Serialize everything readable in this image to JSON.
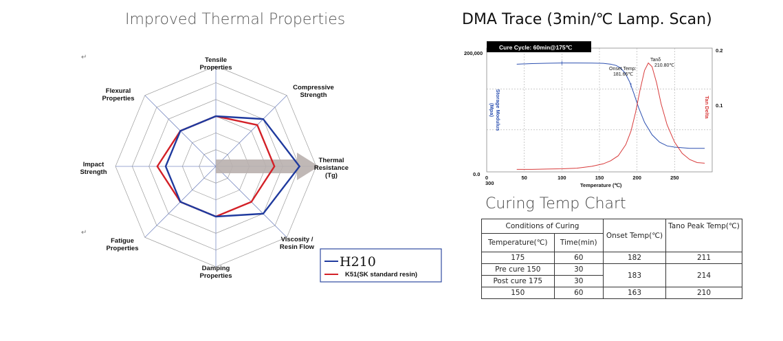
{
  "left_title": "Improved Thermal Properties",
  "right_title": "DMA Trace  (3min/℃ Lamp. Scan)",
  "curing_title": "Curing Temp Chart",
  "marks": [
    "↵",
    "↵"
  ],
  "chart_data": [
    {
      "type": "radar",
      "axes": [
        "Tensile\nProperties",
        "Compressive\nStrength",
        "Thermal\nResistance\n(Tg)",
        "Viscosity /\nResin Flow",
        "Damping\nProperties",
        "Fatigue\nProperties",
        "Impact\nStrength",
        "Flexural\nProperties"
      ],
      "rings": 6,
      "max": 6,
      "series": [
        {
          "name": "H210",
          "color": "#1f3a9e",
          "values": [
            3,
            4,
            5,
            4,
            3,
            3,
            3,
            3
          ]
        },
        {
          "name": "K51(SK standard resin)",
          "color": "#d32027",
          "values": [
            3,
            3.5,
            3.5,
            3,
            3,
            3,
            3.5,
            3
          ]
        }
      ],
      "arrow_color": "#b9b0ae"
    },
    {
      "type": "line",
      "banner": "Cure Cycle: 60min@175℃",
      "xlabel": "Temperature (℃)",
      "ylabel_left": "Storage Modulus\n(Mpa)",
      "ylabel_right": "Tan Delta",
      "x_ticks": [
        0,
        50,
        100,
        150,
        200,
        250
      ],
      "x_extra_label": "300",
      "xlim": [
        0,
        300
      ],
      "left_ticks": [
        "200,000",
        "0.0"
      ],
      "right_ticks": [
        "0.2",
        "0.1"
      ],
      "left_color": "#2b4fb0",
      "right_color": "#d83a3a",
      "annotations": [
        {
          "text": "Onset Temp:\n181.66℃",
          "x": 181.66
        },
        {
          "text": "Tanδ\n210.80℃",
          "x": 210.8
        }
      ],
      "series": [
        {
          "side": "left",
          "color": "#2b4fb0",
          "x": [
            40,
            60,
            80,
            100,
            120,
            140,
            155,
            165,
            172,
            178,
            184,
            190,
            196,
            202,
            210,
            220,
            230,
            240,
            250,
            260,
            270,
            280,
            290
          ],
          "y": [
            0.87,
            0.875,
            0.878,
            0.88,
            0.88,
            0.879,
            0.877,
            0.87,
            0.86,
            0.84,
            0.8,
            0.73,
            0.63,
            0.52,
            0.4,
            0.3,
            0.24,
            0.21,
            0.2,
            0.195,
            0.19,
            0.19,
            0.19
          ]
        },
        {
          "side": "right",
          "color": "#d83a3a",
          "x": [
            40,
            60,
            80,
            100,
            120,
            140,
            155,
            165,
            175,
            185,
            192,
            198,
            204,
            210,
            215,
            220,
            226,
            232,
            240,
            250,
            260,
            270,
            280,
            290
          ],
          "y": [
            0.02,
            0.02,
            0.023,
            0.025,
            0.03,
            0.045,
            0.065,
            0.09,
            0.13,
            0.22,
            0.33,
            0.48,
            0.66,
            0.82,
            0.88,
            0.85,
            0.72,
            0.55,
            0.38,
            0.24,
            0.15,
            0.1,
            0.075,
            0.07
          ]
        }
      ]
    }
  ],
  "table": {
    "head_conditions": "Conditions of Curing",
    "head_onset": "Onset Temp(℃)",
    "head_tano": "Tano Peak Temp(℃)",
    "head_temp": "Temperature(℃)",
    "head_time": "Time(min)",
    "r1": {
      "temp": "175",
      "time": "60",
      "onset": "182",
      "peak": "211"
    },
    "r2": {
      "temp": "Pre cure 150",
      "time": "30",
      "onset": "183",
      "peak": "214"
    },
    "r3": {
      "temp": "Post cure 175",
      "time": "30"
    },
    "r4": {
      "temp": "150",
      "time": "60",
      "onset": "163",
      "peak": "210"
    }
  }
}
